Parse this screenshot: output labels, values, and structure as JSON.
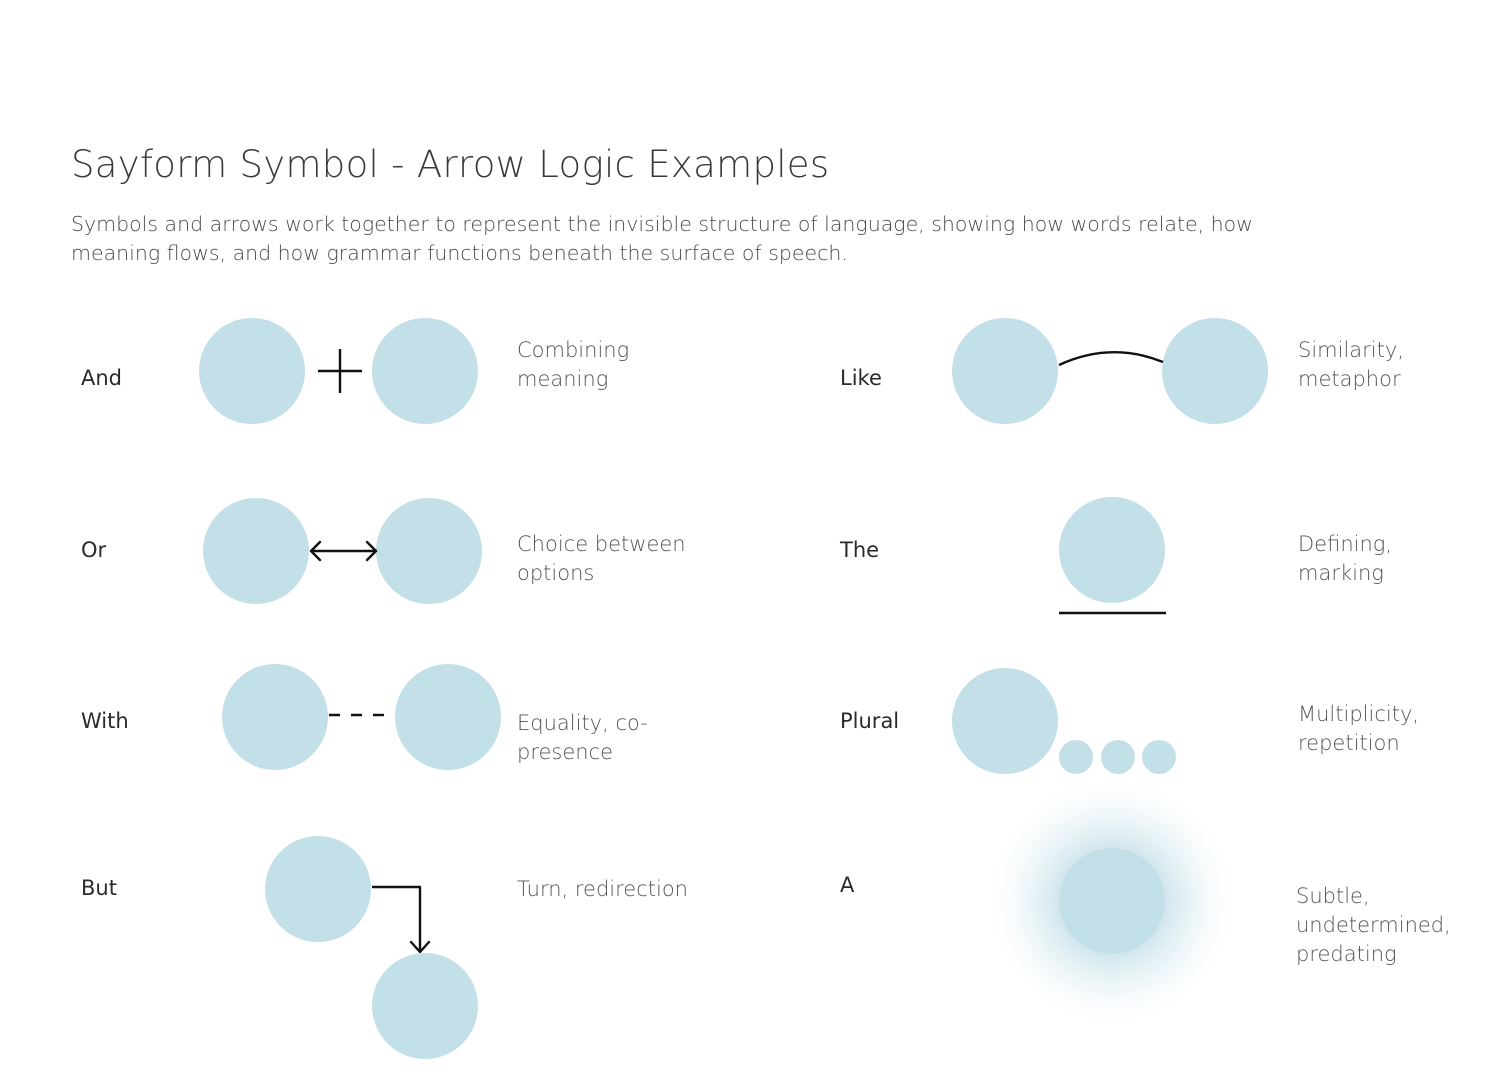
{
  "header": {
    "title": "Sayform Symbol - Arrow Logic Examples",
    "subtitle": "Symbols and arrows work together to represent the invisible structure of language, showing how words relate, how meaning flows, and how grammar functions beneath the surface of speech."
  },
  "colors": {
    "circle_fill": "#c3dfe8",
    "stroke": "#111111"
  },
  "examples": [
    {
      "term": "And",
      "description": "Combining meaning",
      "symbol": "plus"
    },
    {
      "term": "Or",
      "description": "Choice between options",
      "symbol": "double-arrow"
    },
    {
      "term": "With",
      "description": "Equality, co-presence",
      "symbol": "dashed-line"
    },
    {
      "term": "But",
      "description": "Turn, redirection",
      "symbol": "elbow-arrow"
    },
    {
      "term": "Like",
      "description": "Similarity, metaphor",
      "symbol": "arc"
    },
    {
      "term": "The",
      "description": "Defining, marking",
      "symbol": "underline"
    },
    {
      "term": "Plural",
      "description": "Multiplicity, repetition",
      "symbol": "trailing-dots"
    },
    {
      "term": "A",
      "description": "Subtle, undetermined, predating",
      "symbol": "glow"
    }
  ]
}
